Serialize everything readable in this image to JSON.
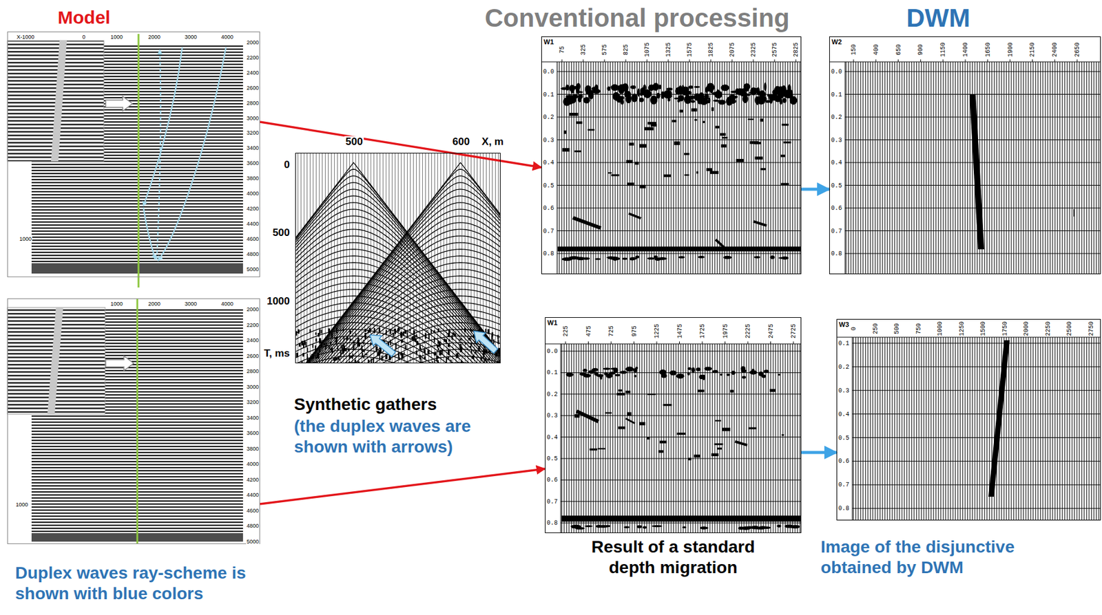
{
  "diagram": {
    "nodes": [
      {
        "text": [
          "X-1000",
          "0",
          "1000",
          "2000",
          "3000",
          "4000",
          "2000",
          "2200",
          "2400",
          "2600",
          "2800",
          "3000",
          "3200",
          "3400",
          "3600",
          "3800",
          "4000",
          "4200",
          "4400",
          "4600",
          "4800",
          "5000",
          "1000"
        ]
      },
      {
        "text": [
          "1000",
          "2000",
          "3000",
          "4000",
          "2000",
          "2200",
          "2400",
          "2600",
          "2800",
          "3000",
          "3200",
          "3400",
          "3600",
          "3800",
          "4000",
          "4200",
          "4400",
          "4600",
          "4800",
          "5000",
          "1000"
        ]
      },
      {
        "text": [
          "500",
          "600",
          "X, m",
          "0",
          "500",
          "1000",
          "T, ms"
        ]
      },
      {
        "text": [
          "W1",
          "75",
          "325",
          "575",
          "825",
          "1075",
          "1325",
          "1575",
          "1825",
          "2075",
          "2325",
          "2575",
          "2825",
          "0.0",
          "0.1",
          "0.2",
          "0.3",
          "0.4",
          "0.5",
          "0.6",
          "0.7",
          "0.8"
        ]
      },
      {
        "text": [
          "W2",
          "150",
          "400",
          "650",
          "900",
          "1150",
          "1400",
          "1650",
          "1900",
          "2150",
          "2400",
          "2650",
          "0.0",
          "0.1",
          "0.2",
          "0.3",
          "0.4",
          "0.5",
          "0.6",
          "0.7",
          "0.8"
        ]
      },
      {
        "text": [
          "W1",
          "225",
          "475",
          "725",
          "975",
          "1225",
          "1475",
          "1725",
          "1975",
          "2225",
          "2475",
          "2725",
          "0.0",
          "0.1",
          "0.2",
          "0.3",
          "0.4",
          "0.5",
          "0.6",
          "0.7",
          "0.8"
        ]
      },
      {
        "text": [
          "W3",
          "0",
          "250",
          "500",
          "750",
          "1000",
          "1250",
          "1500",
          "1750",
          "2000",
          "2250",
          "2500",
          "2750",
          "0.1",
          "0.2",
          "0.3",
          "0.4",
          "0.5",
          "0.6",
          "0.7",
          "0.8"
        ]
      }
    ],
    "edges": [
      {
        "from": 0,
        "to": 3,
        "arrow": "to"
      },
      {
        "from": 3,
        "to": 4,
        "arrow": "to"
      },
      {
        "from": 1,
        "to": 5,
        "arrow": "to"
      },
      {
        "from": 5,
        "to": 6,
        "arrow": "to"
      }
    ],
    "labels": [
      "Model",
      "Conventional processing",
      "DWM",
      "Synthetic gathers",
      "(the duplex waves are shown with arrows)",
      "Result of a standard depth migration",
      "Image of the disjunctive obtained by DWM",
      "Duplex waves ray-scheme is shown with blue colors"
    ]
  }
}
